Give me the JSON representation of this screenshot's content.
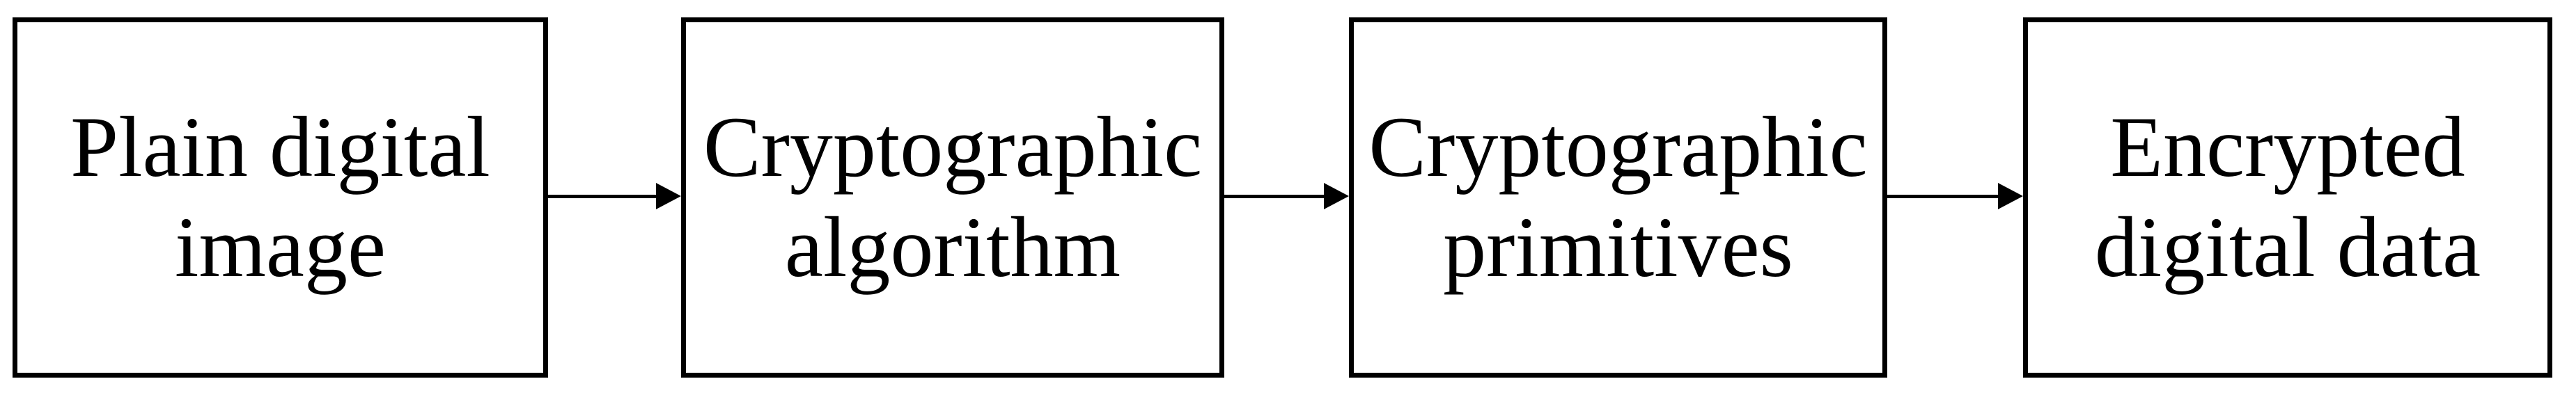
{
  "diagram": {
    "type": "flowchart",
    "direction": "left-to-right",
    "colors": {
      "background": "#ffffff",
      "box_border": "#000000",
      "text": "#000000",
      "arrow": "#000000"
    },
    "nodes": [
      {
        "id": "plain-digital-image",
        "label": "Plain digital image",
        "lines": [
          "Plain digital",
          "image"
        ]
      },
      {
        "id": "cryptographic-algorithm",
        "label": "Cryptographic algorithm",
        "lines": [
          "Cryptographic",
          "algorithm"
        ]
      },
      {
        "id": "cryptographic-primitives",
        "label": "Cryptographic primitives",
        "lines": [
          "Cryptographic",
          "primitives"
        ]
      },
      {
        "id": "encrypted-digital-data",
        "label": "Encrypted digital data",
        "lines": [
          "Encrypted",
          "digital data"
        ]
      }
    ],
    "connections": [
      {
        "from": "plain-digital-image",
        "to": "cryptographic-algorithm"
      },
      {
        "from": "cryptographic-algorithm",
        "to": "cryptographic-primitives"
      },
      {
        "from": "cryptographic-primitives",
        "to": "encrypted-digital-data"
      }
    ]
  }
}
